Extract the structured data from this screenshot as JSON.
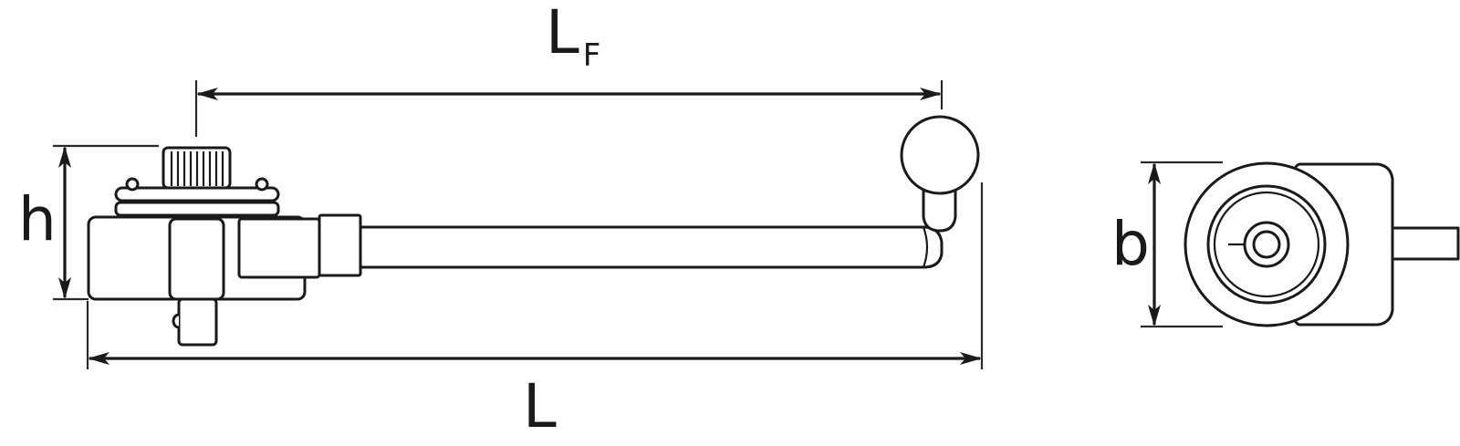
{
  "dimensions": {
    "flange_length": {
      "main": "L",
      "subscript": "F"
    },
    "total_length": "L",
    "height": "h",
    "width": "b"
  },
  "colors": {
    "line": "#1a1a1a",
    "background": "#ffffff"
  }
}
